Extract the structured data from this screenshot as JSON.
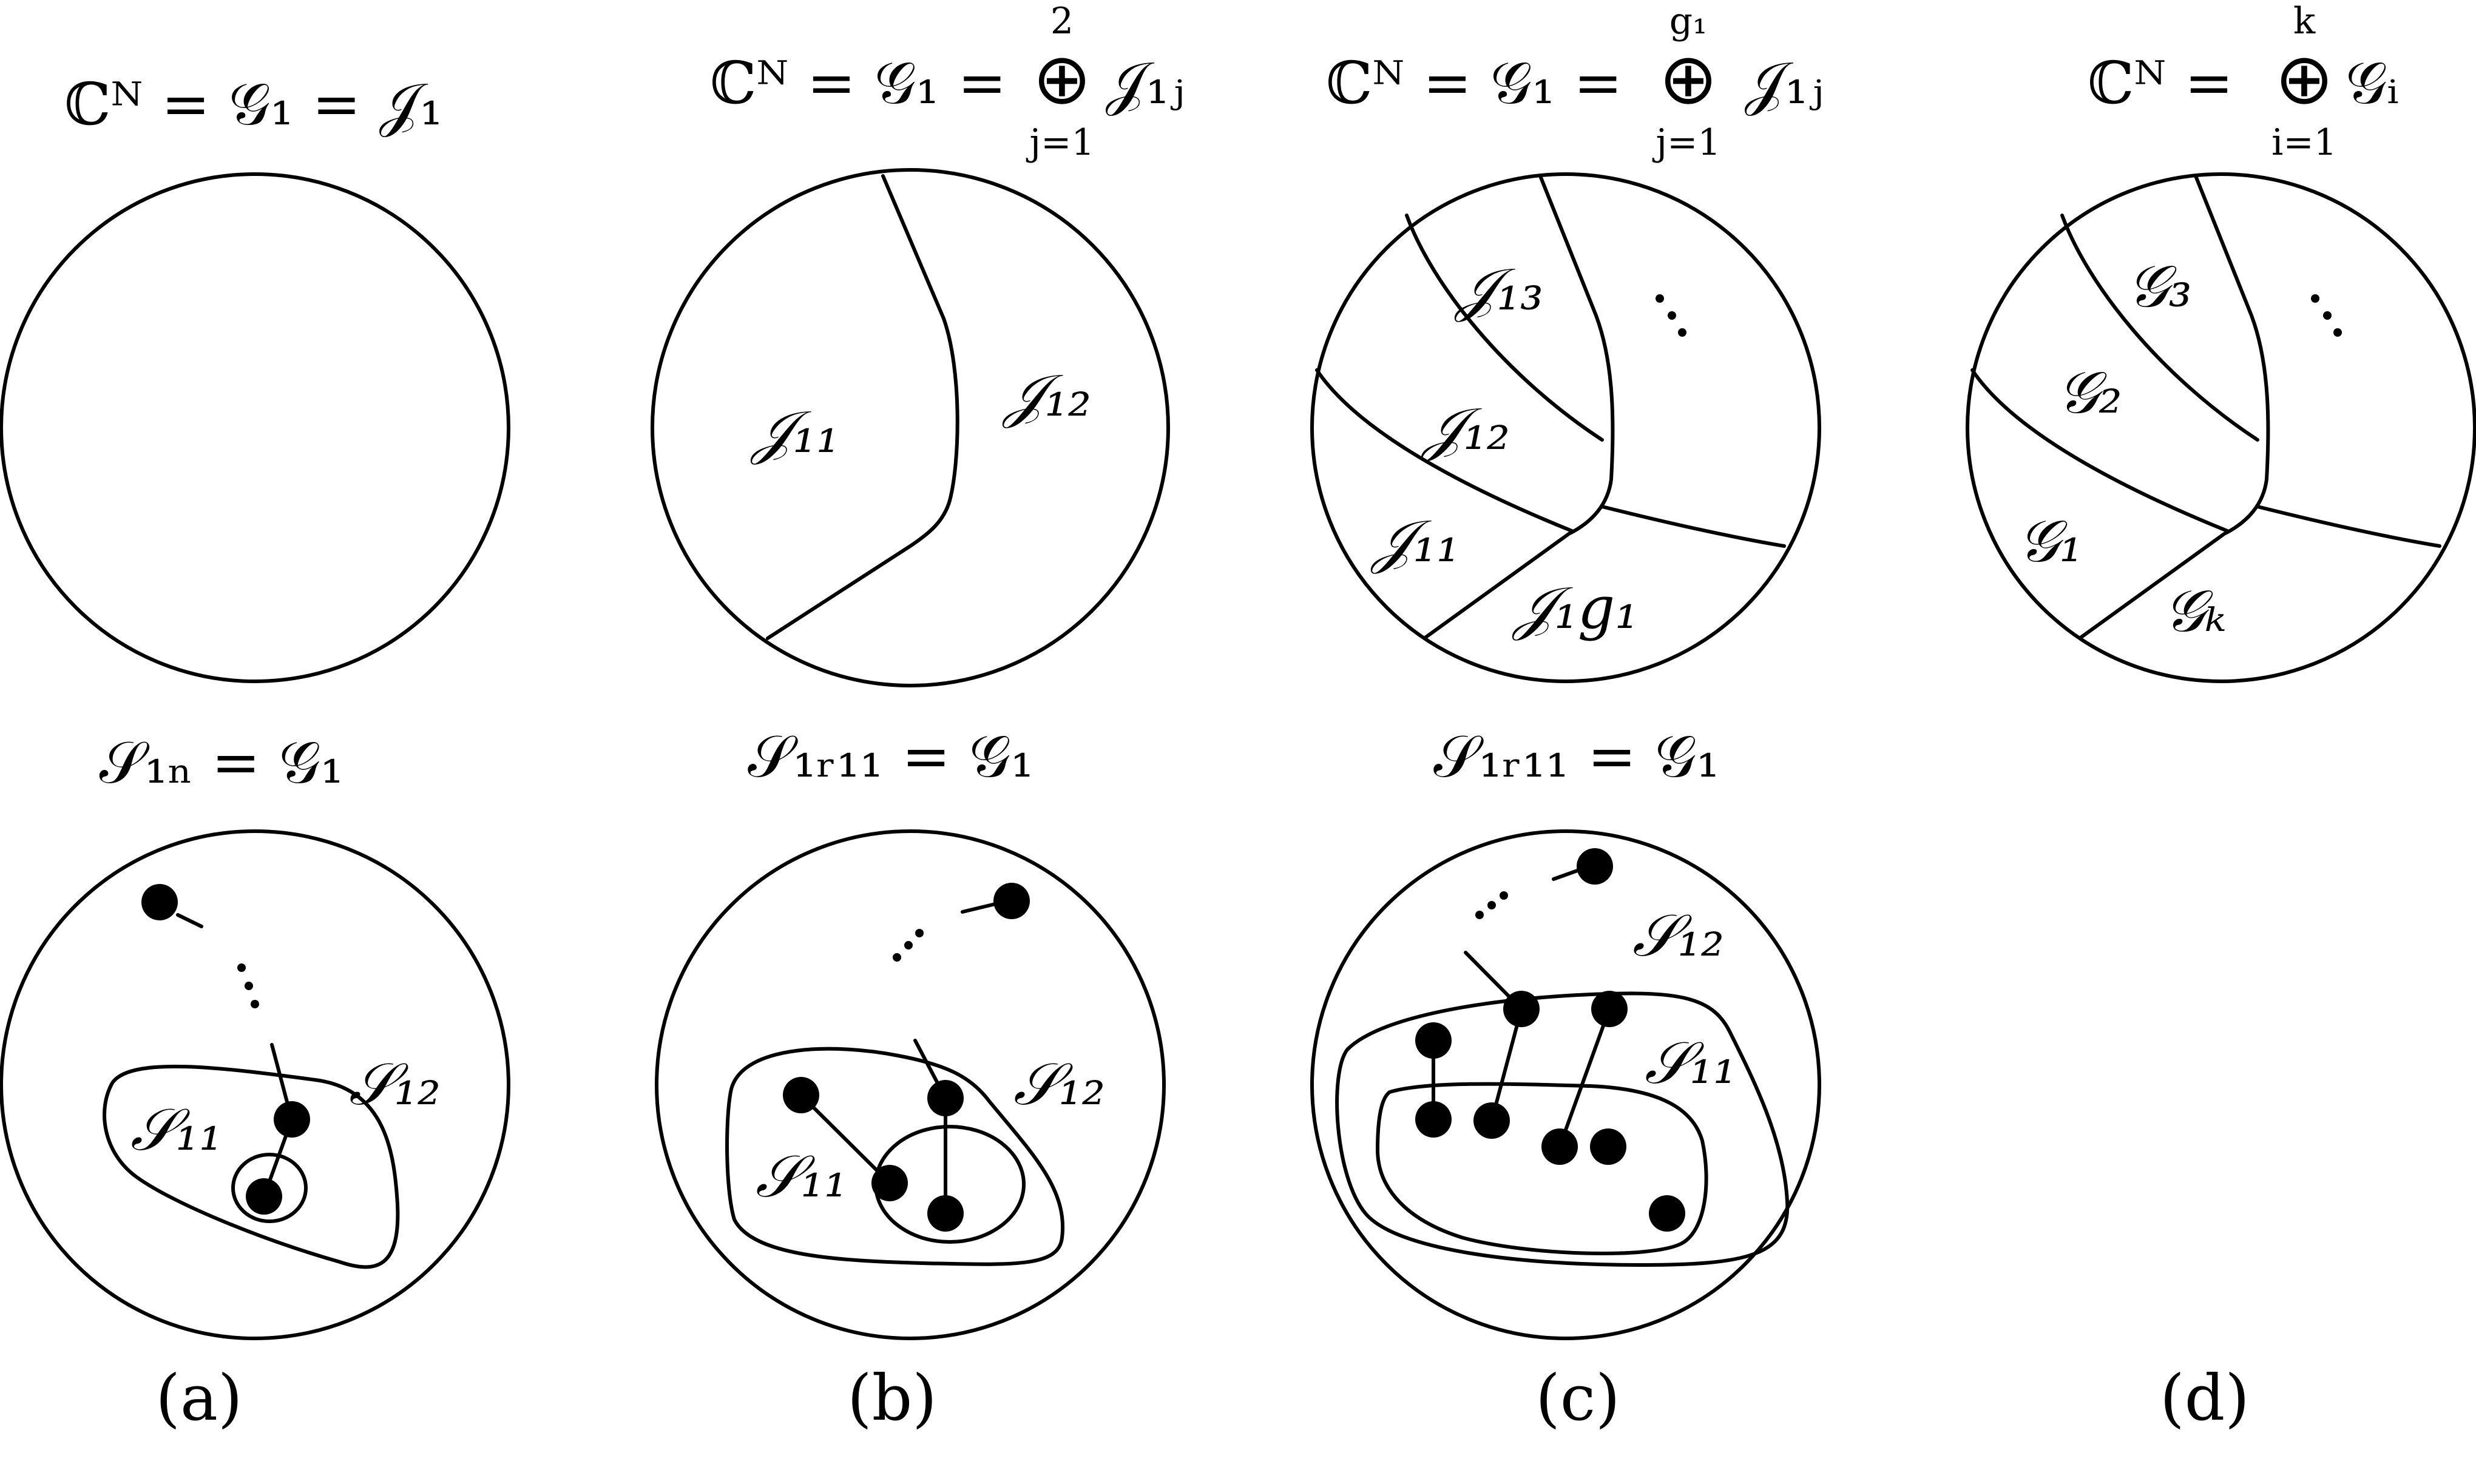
{
  "panels": {
    "a": {
      "caption": "(a)",
      "top_equation": "ℂᴺ = 𝒢₁ = 𝒥₁",
      "bottom_equation": "𝒮₁ₙ = 𝒢₁",
      "bottom_labels": {
        "s11": "𝒮₁₁",
        "s12": "𝒮₁₂"
      }
    },
    "b": {
      "caption": "(b)",
      "top_equation": "ℂᴺ = 𝒢₁ = ⊕ 𝒥₁ⱼ",
      "sum_upper": "2",
      "sum_lower": "j=1",
      "top_labels": {
        "j11": "𝒥₁₁",
        "j12": "𝒥₁₂"
      },
      "bottom_equation": "𝒮₁ᵣ₁₁ = 𝒢₁",
      "bottom_labels": {
        "s11": "𝒮₁₁",
        "s12": "𝒮₁₂"
      }
    },
    "c": {
      "caption": "(c)",
      "top_equation": "ℂᴺ = 𝒢₁ = ⊕ 𝒥₁ⱼ",
      "sum_upper": "g₁",
      "sum_lower": "j=1",
      "top_labels": {
        "j13": "𝒥₁₃",
        "j12": "𝒥₁₂",
        "j11": "𝒥₁₁",
        "j1g1": "𝒥₁g₁"
      },
      "bottom_equation": "𝒮₁ᵣ₁₁ = 𝒢₁",
      "bottom_labels": {
        "s12": "𝒮₁₂",
        "s11": "𝒮₁₁"
      }
    },
    "d": {
      "caption": "(d)",
      "top_equation": "ℂᴺ = ⊕ 𝒢ᵢ",
      "sum_upper": "k",
      "sum_lower": "i=1",
      "top_labels": {
        "g3": "𝒢₃",
        "g2": "𝒢₂",
        "g1": "𝒢₁",
        "gk": "𝒢ₖ"
      }
    }
  }
}
